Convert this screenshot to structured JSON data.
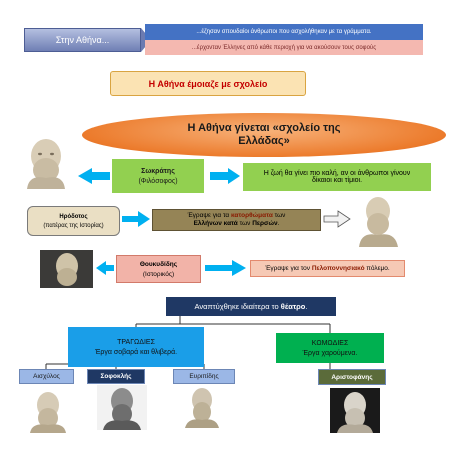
{
  "row1": {
    "athens_label": "Στην Αθήνα...",
    "scholars": "...έζησαν σπουδαίοι άνθρωποι που ασχολήθηκαν με τα γράμματα.",
    "greeks": "...έρχονταν Έλληνες από κάθε περιοχή για να ακούσουν τους σοφούς"
  },
  "school_banner": "Η Αθήνα έμοιαζε με σχολείο",
  "school_oval": {
    "line1": "Η Αθήνα γίνεται «σχολείο της",
    "line2": "Ελλάδας»"
  },
  "socrates": {
    "name": "Σωκράτης",
    "role": "(Φιλόσοφος)",
    "description": "Η ζωή θα γίνει πιο καλή, αν οι άνθρωποι γίνουν δίκαιοι και τίμιοι."
  },
  "herodotus": {
    "name": "Ηρόδοτος",
    "role": "(πατέρας της Ιστορίας)",
    "desc_prefix": "Έγραψε για τα ",
    "desc_bold1": "κατορθώματα",
    "desc_mid": " των",
    "desc_bold2": "Ελλήνων κατά",
    "desc_mid2": " των ",
    "desc_bold3": "Περσών",
    "desc_end": "."
  },
  "thucydides": {
    "name": "Θουκυδίδης",
    "role": "(Ιστορικός)",
    "desc_prefix": "Έγραψε για τον ",
    "desc_bold": "Πελοποννησιακό",
    "desc_end": " πόλεμο."
  },
  "theatre": {
    "prefix": "Αναπτύχθηκε ιδιαίτερα το ",
    "bold": "θέατρο",
    "end": "."
  },
  "tragedies": {
    "title": "ΤΡΑΓΩΔΙΕΣ",
    "desc": "Έργα σοβαρά και θλιβερά."
  },
  "comedies": {
    "title": "ΚΩΜΩΔΙΕΣ",
    "desc": "Έργα χαρούμενα."
  },
  "poets": {
    "aeschylus": "Αισχύλος",
    "sophocles": "Σοφοκλής",
    "euripides": "Ευριπίδης",
    "aristophanes": "Αριστοφάνης"
  },
  "colors": {
    "accent_blue": "#4472c4",
    "green": "#92d050",
    "orange": "#ec7b2c",
    "navy": "#1f3864"
  }
}
